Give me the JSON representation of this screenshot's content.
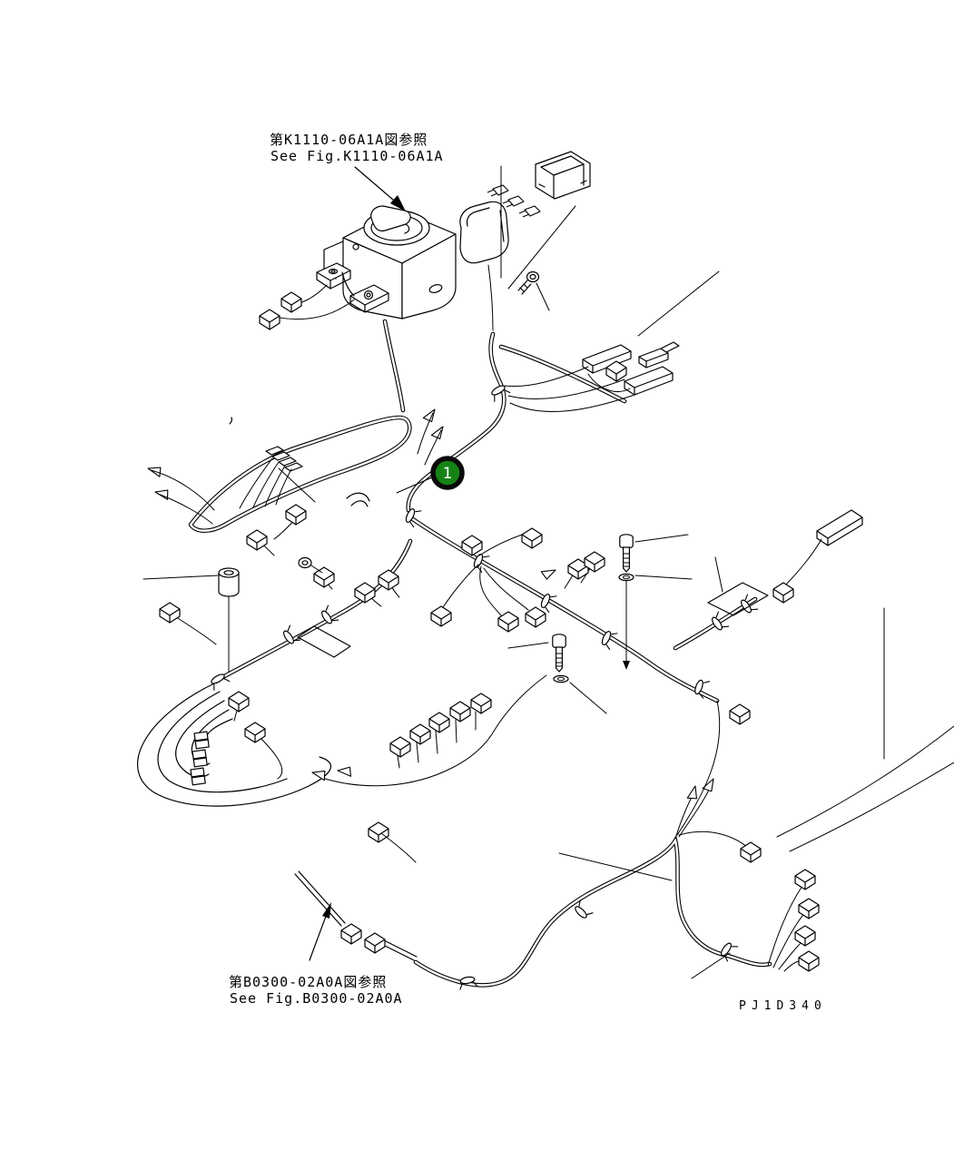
{
  "labels": {
    "ref_top_jp": "第K1110-06A1A図参照",
    "ref_top_en": "See Fig.K1110-06A1A",
    "ref_bottom_jp": "第B0300-02A0A図参照",
    "ref_bottom_en": "See Fig.B0300-02A0A",
    "drawing_code": "PJ1D340"
  },
  "callout": {
    "number": "1"
  },
  "colors": {
    "background": "#ffffff",
    "line": "#000000",
    "callout_fill": "#168316",
    "callout_ring": "#0a0a0a",
    "callout_text": "#ffffff"
  }
}
